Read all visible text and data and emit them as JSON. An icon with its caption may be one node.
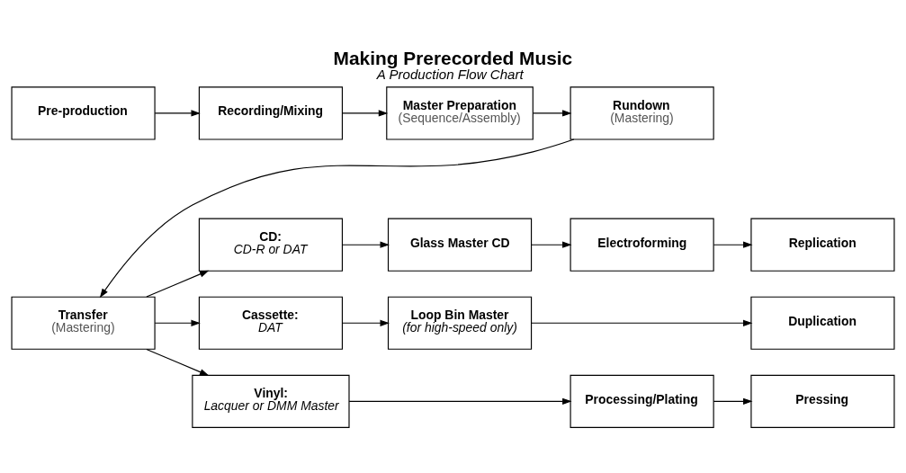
{
  "diagram": {
    "title": "Making Prerecorded Music",
    "caption": "A Production Flow Chart",
    "nodes": [
      {
        "text": [
          "Pre-production"
        ]
      },
      {
        "text": [
          "Recording/Mixing"
        ]
      },
      {
        "text": [
          "Master Preparation",
          "(Sequence/Assembly)"
        ]
      },
      {
        "text": [
          "Rundown",
          "(Mastering)"
        ]
      },
      {
        "text": [
          "Transfer",
          "(Mastering)"
        ]
      },
      {
        "text": [
          "CD:",
          "CD-R or DAT"
        ]
      },
      {
        "text": [
          "Glass Master CD"
        ]
      },
      {
        "text": [
          "Electroforming"
        ]
      },
      {
        "text": [
          "Replication"
        ]
      },
      {
        "text": [
          "Cassette:",
          "DAT"
        ]
      },
      {
        "text": [
          "Loop Bin Master",
          "(for high-speed only)"
        ]
      },
      {
        "text": [
          "Duplication"
        ]
      },
      {
        "text": [
          "Vinyl:",
          "Lacquer or DMM Master"
        ]
      },
      {
        "text": [
          "Processing/Plating"
        ]
      },
      {
        "text": [
          "Pressing"
        ]
      }
    ],
    "edges": [
      {
        "from": 0,
        "to": 1,
        "arrow": "to"
      },
      {
        "from": 1,
        "to": 2,
        "arrow": "to"
      },
      {
        "from": 2,
        "to": 3,
        "arrow": "to"
      },
      {
        "from": 3,
        "to": 4,
        "arrow": "to"
      },
      {
        "from": 4,
        "to": 5,
        "arrow": "to"
      },
      {
        "from": 4,
        "to": 9,
        "arrow": "to"
      },
      {
        "from": 4,
        "to": 12,
        "arrow": "to"
      },
      {
        "from": 5,
        "to": 6,
        "arrow": "to"
      },
      {
        "from": 6,
        "to": 7,
        "arrow": "to"
      },
      {
        "from": 7,
        "to": 8,
        "arrow": "to"
      },
      {
        "from": 9,
        "to": 10,
        "arrow": "to"
      },
      {
        "from": 10,
        "to": 11,
        "arrow": "to"
      },
      {
        "from": 12,
        "to": 13,
        "arrow": "to"
      },
      {
        "from": 13,
        "to": 14,
        "arrow": "to"
      }
    ]
  }
}
